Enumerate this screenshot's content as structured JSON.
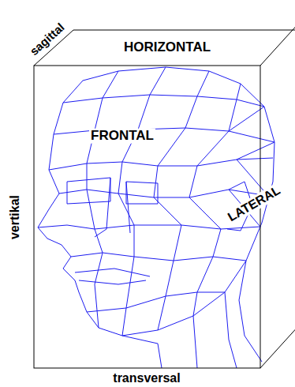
{
  "diagram": {
    "labels": [
      "sagittal",
      "HORIZONTAL",
      "FRONTAL",
      "LATERAL",
      "vertikal",
      "transversal"
    ]
  }
}
